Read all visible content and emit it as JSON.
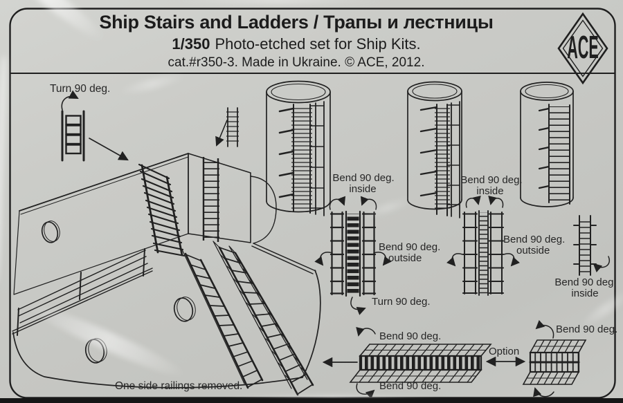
{
  "header": {
    "title": "Ship Stairs and Ladders /  Трапы и лестницы",
    "scale": "1/350",
    "subtitle": "Photo-etched set for Ship Kits.",
    "catalog": "cat.#r350-3. Made in Ukraine. © ACE, 2012.",
    "logo": "ACE"
  },
  "labels": {
    "turn90": "Turn 90 deg.",
    "bend90": "Bend 90 deg.",
    "inside": "inside",
    "outside": "outside",
    "option": "Option",
    "railings_note": "One side railings removed."
  },
  "colors": {
    "paper": "#c8c9c5",
    "ink": "#212121"
  }
}
